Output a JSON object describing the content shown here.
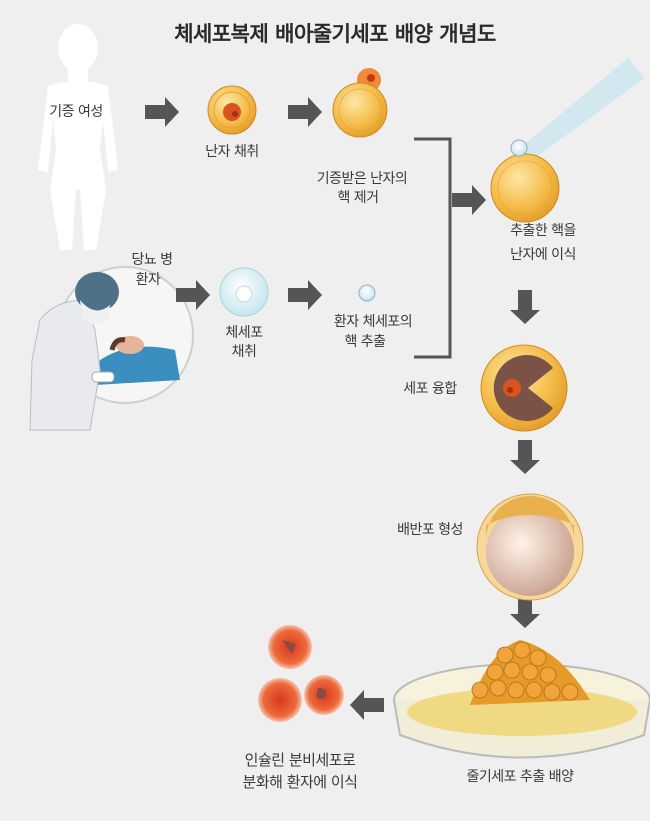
{
  "title": "체세포복제 배아줄기세포 배양 개념도",
  "labels": {
    "donor_woman": "기증 여성",
    "egg_collection": "난자 채취",
    "enucleation": [
      "기증받은 난자의",
      "핵 제거"
    ],
    "nucleus_transfer": [
      "추출한 핵을",
      "난자에 이식"
    ],
    "diabetes_patient": [
      "당뇨 병",
      "환자"
    ],
    "somatic_collection": [
      "체세포",
      "채취"
    ],
    "nucleus_extraction": [
      "환자 체세포의",
      "핵 추출"
    ],
    "cell_fusion": "세포 융합",
    "blastocyst": "배반포 형성",
    "stem_cell_culture": "줄기세포 추출 배양",
    "differentiation": [
      "인슐린 분비세포로",
      "분화해 환자에 이식"
    ]
  },
  "colors": {
    "arrow": "#555555",
    "egg": "#f2b43c",
    "nucleus": "#d9531e",
    "background": "#efefef"
  }
}
